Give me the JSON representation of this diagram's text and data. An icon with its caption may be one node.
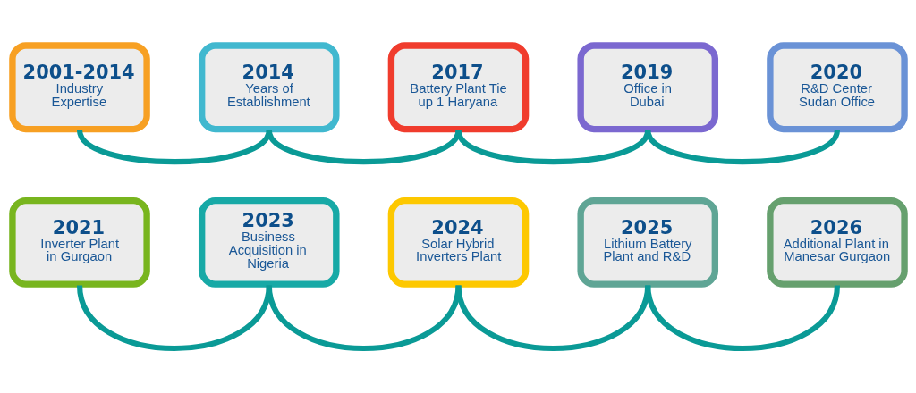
{
  "diagram": {
    "nodes": [
      {
        "text": [
          "2001-2014",
          "Industry Expertise"
        ]
      },
      {
        "text": [
          "2014",
          "Years of Establishment"
        ]
      },
      {
        "text": [
          "2017",
          "Battery Plant Tie up 1 Haryana"
        ]
      },
      {
        "text": [
          "2019",
          "Office in Dubai"
        ]
      },
      {
        "text": [
          "2020",
          "R&D Center Sudan Office"
        ]
      },
      {
        "text": [
          "2021",
          "Inverter Plant in Gurgaon"
        ]
      },
      {
        "text": [
          "2023",
          "Business Acquisition in Nigeria"
        ]
      },
      {
        "text": [
          "2024",
          "Solar Hybrid Inverters Plant"
        ]
      },
      {
        "text": [
          "2025",
          "Lithium Battery Plant and R&D"
        ]
      },
      {
        "text": [
          "2026",
          "Additional Plant in Manesar Gurgaon"
        ]
      }
    ],
    "edges": [
      {
        "from": 0,
        "to": 1,
        "arrow": "none"
      },
      {
        "from": 1,
        "to": 2,
        "arrow": "none"
      },
      {
        "from": 2,
        "to": 3,
        "arrow": "none"
      },
      {
        "from": 3,
        "to": 4,
        "arrow": "none"
      },
      {
        "from": 5,
        "to": 6,
        "arrow": "none"
      },
      {
        "from": 6,
        "to": 7,
        "arrow": "none"
      },
      {
        "from": 7,
        "to": 8,
        "arrow": "none"
      },
      {
        "from": 8,
        "to": 9,
        "arrow": "none"
      }
    ]
  }
}
